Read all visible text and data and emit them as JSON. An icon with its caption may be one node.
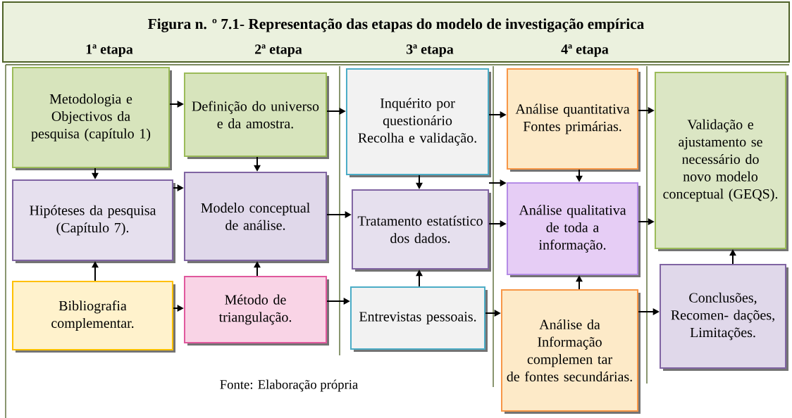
{
  "diagram": {
    "title": "Figura n. º 7.1- Representação das etapas do modelo de investigação empírica",
    "caption": "Fonte: Elaboração própria",
    "nodes": [
      {
        "text": [
          "Metodologia e Objectivos da pesquisa (capítulo 1)"
        ]
      },
      {
        "text": [
          "Definição do universo e da amostra."
        ]
      },
      {
        "text": [
          "Inquérito por questionário Recolha e validação."
        ]
      },
      {
        "text": [
          "Análise quantitativa Fontes primárias."
        ]
      },
      {
        "text": [
          "Validação e ajustamento se necessário do novo modelo conceptual (GEQS)."
        ]
      },
      {
        "text": [
          "Hipóteses da pesquisa (Capítulo 7)."
        ]
      },
      {
        "text": [
          "Modelo conceptual de análise."
        ]
      },
      {
        "text": [
          "Tratamento estatístico dos dados."
        ]
      },
      {
        "text": [
          "Análise qualitativa de toda a informação."
        ]
      },
      {
        "text": [
          "Bibliografia complementar."
        ]
      },
      {
        "text": [
          "Método de triangulação."
        ]
      },
      {
        "text": [
          "Entrevistas pessoais."
        ]
      },
      {
        "text": [
          "Análise da Informação complemen tar de fontes secundárias."
        ]
      },
      {
        "text": [
          "Conclusões, Recomen- dações, Limitações."
        ]
      }
    ],
    "edges": [
      {
        "from": 0,
        "to": 1,
        "arrow": "to"
      },
      {
        "from": 0,
        "to": 5,
        "arrow": "to"
      },
      {
        "from": 1,
        "to": 2,
        "arrow": "to"
      },
      {
        "from": 1,
        "to": 6,
        "arrow": "to"
      },
      {
        "from": 5,
        "to": 6,
        "arrow": "to"
      },
      {
        "from": 9,
        "to": 5,
        "arrow": "to"
      },
      {
        "from": 10,
        "to": 6,
        "arrow": "to"
      },
      {
        "from": 9,
        "to": 10,
        "arrow": "to"
      },
      {
        "from": 6,
        "to": 7,
        "arrow": "to"
      },
      {
        "from": 10,
        "to": 11,
        "arrow": "to"
      },
      {
        "from": 2,
        "to": 3,
        "arrow": "to"
      },
      {
        "from": 2,
        "to": 7,
        "arrow": "to"
      },
      {
        "from": 11,
        "to": 7,
        "arrow": "to"
      },
      {
        "from": 2,
        "to": 8,
        "arrow": "to"
      },
      {
        "from": 7,
        "to": 8,
        "arrow": "to"
      },
      {
        "from": 3,
        "to": 8,
        "arrow": "to"
      },
      {
        "from": 12,
        "to": 8,
        "arrow": "to"
      },
      {
        "from": 11,
        "to": 12,
        "arrow": "to"
      },
      {
        "from": 3,
        "to": 4,
        "arrow": "to"
      },
      {
        "from": 8,
        "to": 4,
        "arrow": "to"
      },
      {
        "from": 12,
        "to": 13,
        "arrow": "to"
      },
      {
        "from": 13,
        "to": 4,
        "arrow": "to"
      }
    ],
    "labels": [
      "1ª etapa",
      "2ª etapa",
      "3ª etapa",
      "4ª etapa"
    ]
  }
}
